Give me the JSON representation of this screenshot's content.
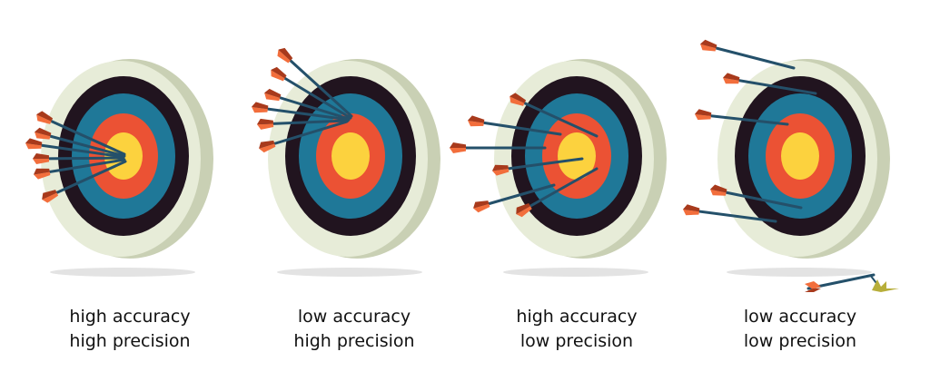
{
  "colors": {
    "board_face": "#e7ecd8",
    "board_rim": "#c9d0b4",
    "ring_outer": "#21141f",
    "ring_blue": "#1f7898",
    "ring_red": "#eb5234",
    "bullseye": "#fcd23e",
    "arrow_shaft": "#24506a",
    "fletch_light": "#f26e3c",
    "fletch_dark": "#a83a1c",
    "tip": "#1e3f52",
    "shadow": "#e3e3e3",
    "grass": "#b7ae3a"
  },
  "targets": [
    {
      "id": "hahp",
      "caption": [
        "high accuracy",
        "high precision"
      ]
    },
    {
      "id": "lahp",
      "caption": [
        "low accuracy",
        "high precision"
      ]
    },
    {
      "id": "halp",
      "caption": [
        "high accuracy",
        "low precision"
      ]
    },
    {
      "id": "lalp",
      "caption": [
        "low accuracy",
        "low precision"
      ]
    }
  ]
}
